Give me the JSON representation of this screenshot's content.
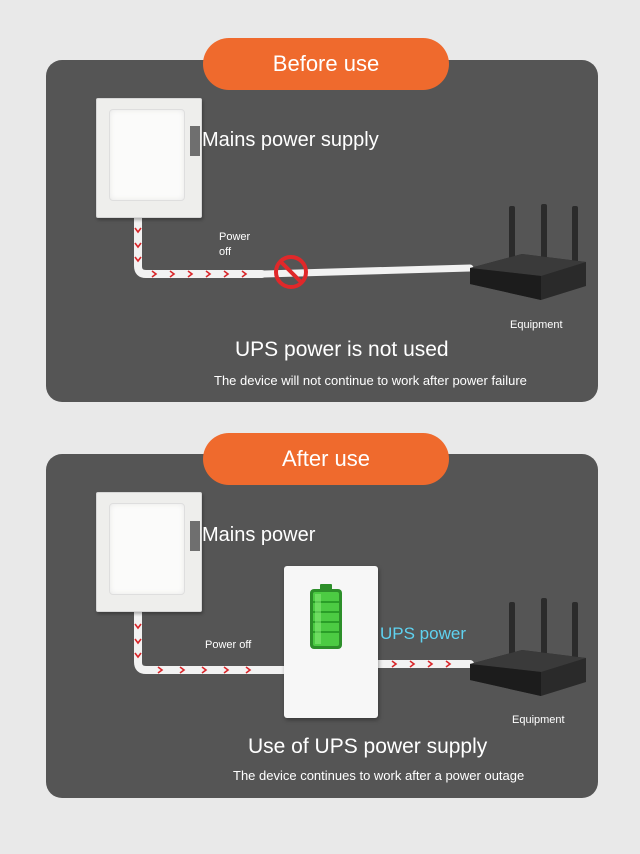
{
  "before": {
    "badge": "Before use",
    "source_label": "Mains power supply",
    "cable_label_line1": "Power",
    "cable_label_line2": "off",
    "equipment_label": "Equipment",
    "title": "UPS power is not used",
    "subtitle": "The device will not continue to work after power failure"
  },
  "after": {
    "badge": "After use",
    "source_label": "Mains power",
    "cable_label": "Power off",
    "ups_label": "UPS power",
    "equipment_label": "Equipment",
    "title": "Use of UPS power supply",
    "subtitle": "The device continues to work after a power outage"
  },
  "colors": {
    "accent": "#ef6a2d",
    "panel": "#555555",
    "ups_text": "#5fd2f0",
    "battery": "#3fbf3a",
    "no_sign": "#e0282a",
    "chevron": "#d8262a"
  },
  "icons": {
    "no_power": "prohibited-icon",
    "battery": "battery-icon",
    "router": "router-icon",
    "outlet": "wall-outlet-icon"
  }
}
